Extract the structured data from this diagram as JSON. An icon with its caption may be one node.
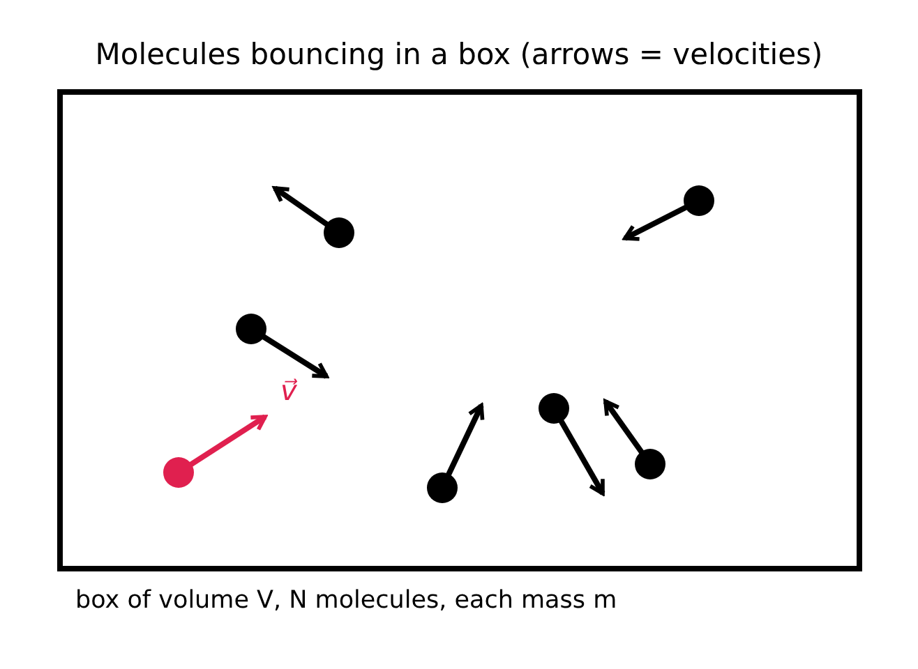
{
  "diagram": {
    "title": "Molecules bouncing in a box (arrows = velocities)",
    "caption": "box of volume V, N molecules, each mass m",
    "labels": [
      "v⃗"
    ]
  }
}
